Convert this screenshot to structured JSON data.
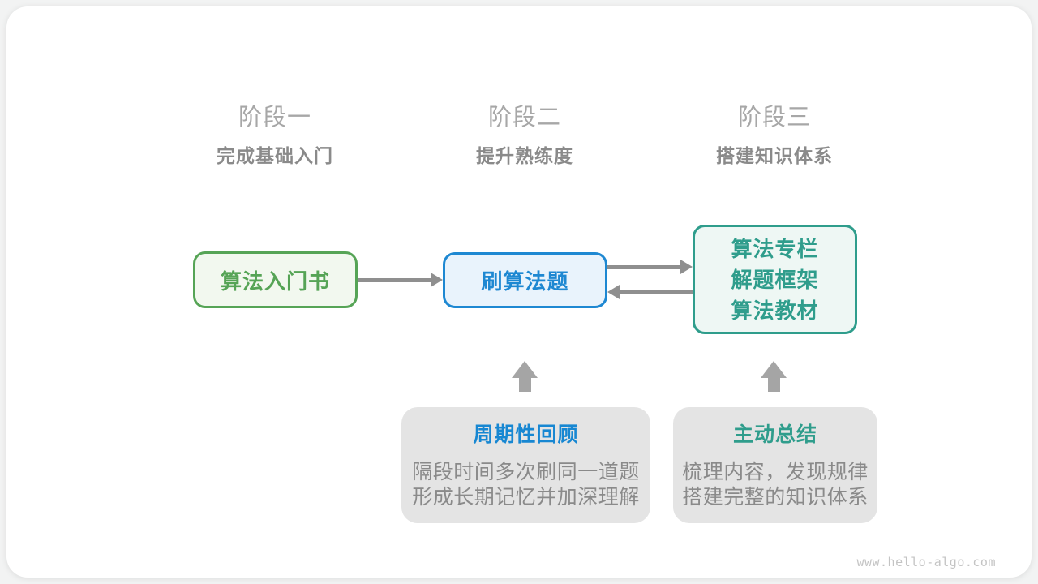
{
  "stages": [
    {
      "label": "阶段一",
      "subtitle": "完成基础入门"
    },
    {
      "label": "阶段二",
      "subtitle": "提升熟练度"
    },
    {
      "label": "阶段三",
      "subtitle": "搭建知识体系"
    }
  ],
  "nodes": {
    "intro_book": {
      "label": "算法入门书"
    },
    "practice": {
      "label": "刷算法题"
    },
    "resources": {
      "lines": [
        "算法专栏",
        "解题框架",
        "算法教材"
      ]
    }
  },
  "notes": [
    {
      "title": "周期性回顾",
      "body_lines": [
        "隔段时间多次刷同一道题",
        "形成长期记忆并加深理解"
      ]
    },
    {
      "title": "主动总结",
      "body_lines": [
        "梳理内容，发现规律",
        "搭建完整的知识体系"
      ]
    }
  ],
  "watermark": "www.hello-algo.com",
  "colors": {
    "green": "#56a456",
    "green_bg": "#f2f8ef",
    "blue": "#1e88d2",
    "blue_bg": "#e9f3fc",
    "teal": "#2f9d8c",
    "teal_bg": "#eef7f4",
    "note_bg": "#e4e4e4",
    "stage_title": "#a7a7a7",
    "text_gray": "#8a8a8a",
    "arrow_gray": "#8f8f8f",
    "up_arrow_gray": "#a5a5a5"
  }
}
